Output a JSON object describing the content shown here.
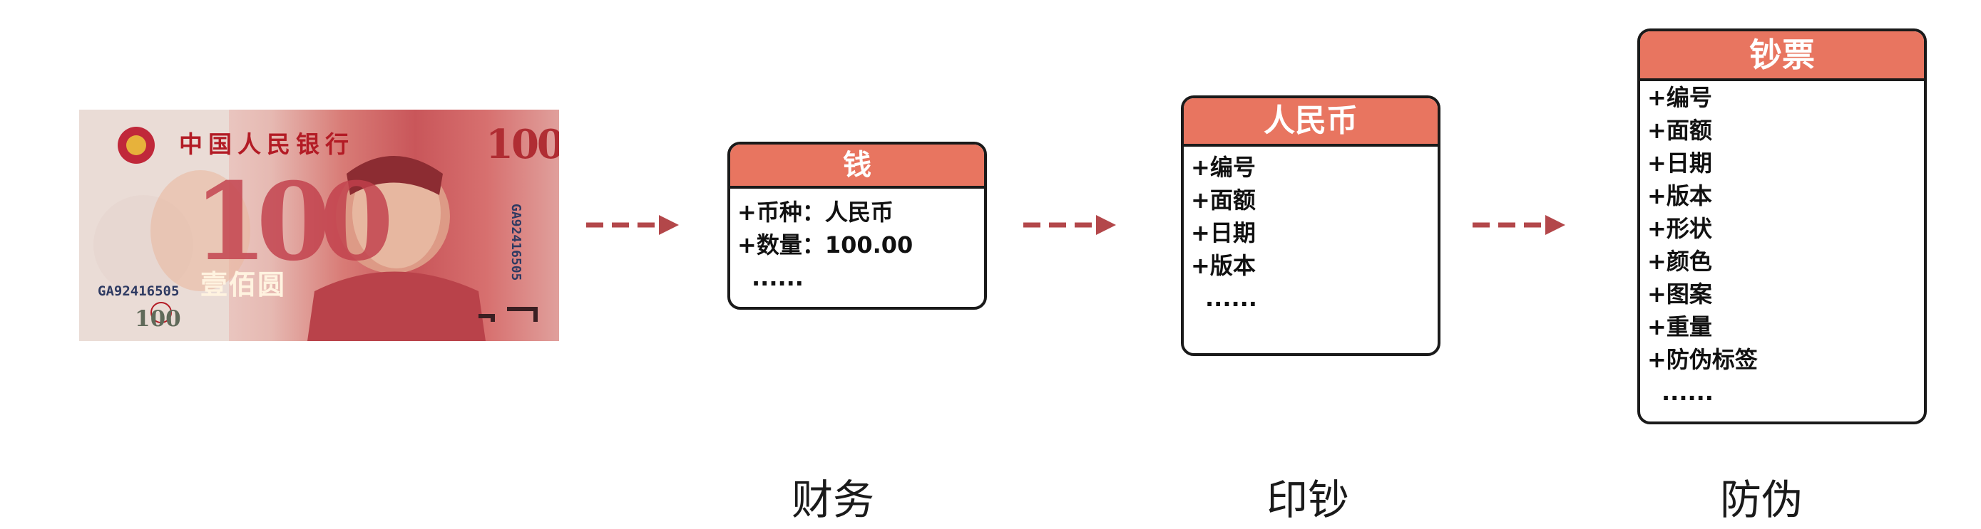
{
  "banknote": {
    "bank_name": "中国人民银行",
    "corner_value": "100",
    "big_value": "100",
    "value_text": "壹佰圆",
    "serial": "GA92416505",
    "bottom_value": "100"
  },
  "colors": {
    "header": "#e87560",
    "arrow": "#b3474a",
    "border": "#1a1a1a"
  },
  "boxes": {
    "money": {
      "title": "钱",
      "items": [
        "+币种：人民币",
        "+数量：100.00"
      ],
      "ellipsis": "......"
    },
    "rmb": {
      "title": "人民币",
      "items": [
        "+编号",
        "+面额",
        "+日期",
        "+版本"
      ],
      "ellipsis": "......"
    },
    "banknote": {
      "title": "钞票",
      "items": [
        "+编号",
        "+面额",
        "+日期",
        "+版本",
        "+形状",
        "+颜色",
        "+图案",
        "+重量",
        "+防伪标签"
      ],
      "ellipsis": "......"
    }
  },
  "captions": {
    "finance": "财务",
    "printing": "印钞",
    "anticounterfeit": "防伪"
  }
}
